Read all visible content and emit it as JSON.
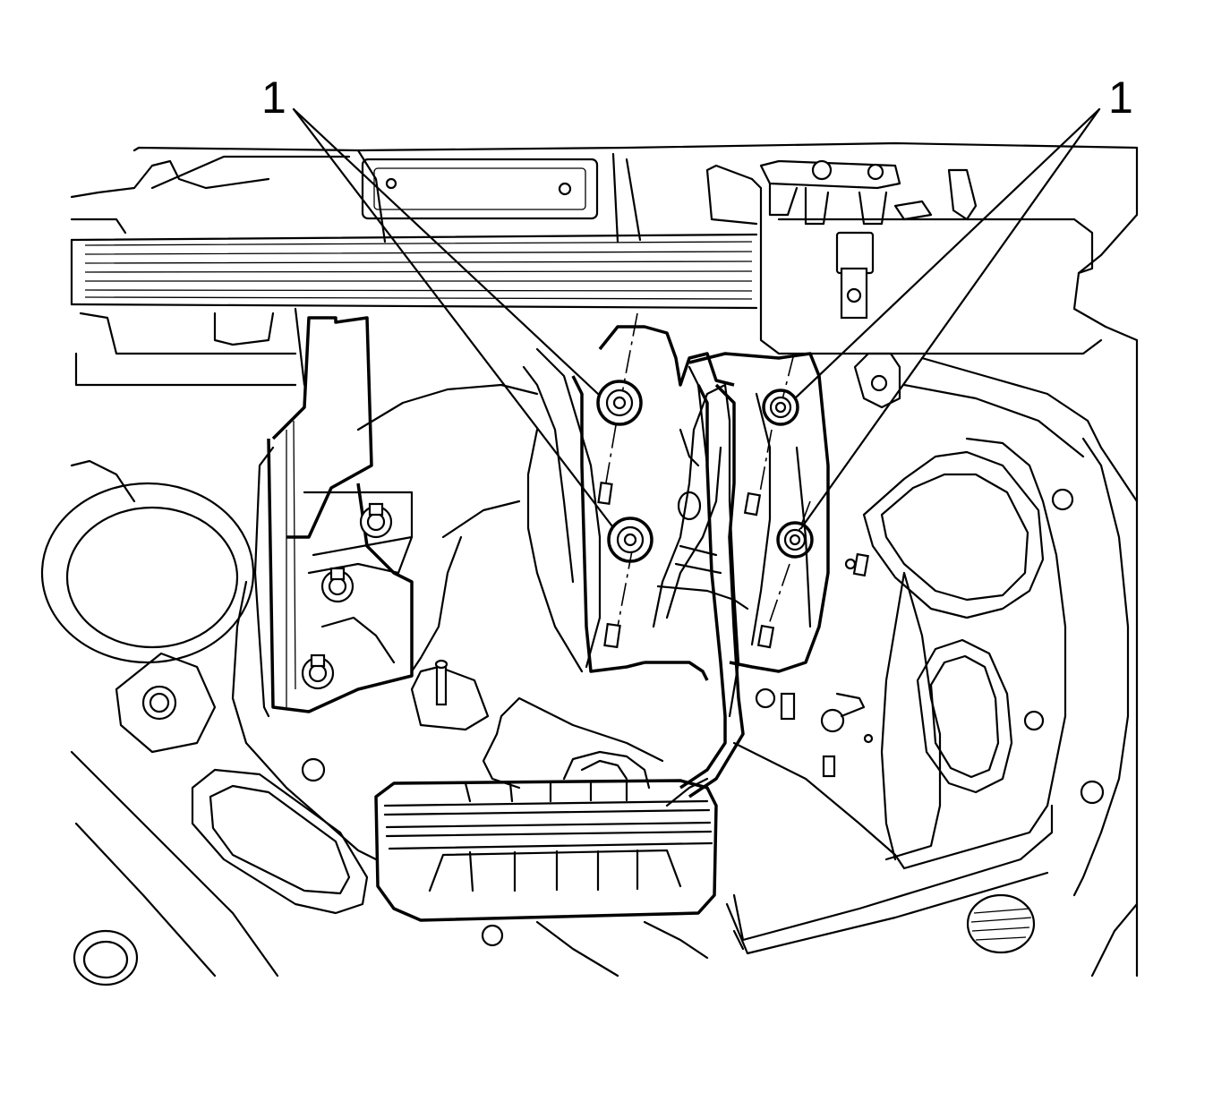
{
  "figure": {
    "callouts": [
      {
        "id": "left",
        "label": "1",
        "targets": 2
      },
      {
        "id": "right",
        "label": "1",
        "targets": 2
      }
    ],
    "colors": {
      "line": "#000000",
      "background": "#ffffff"
    }
  }
}
